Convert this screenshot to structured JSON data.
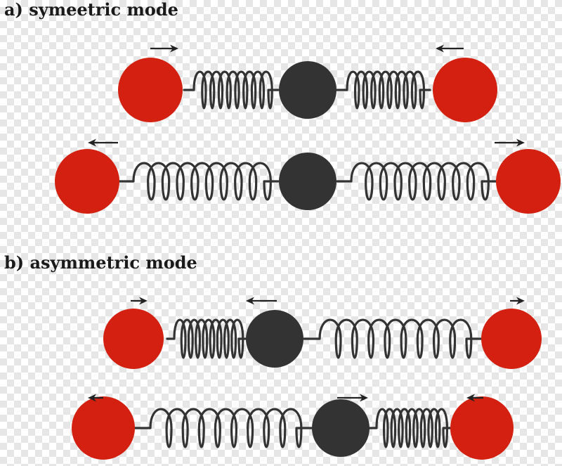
{
  "labels": {
    "a": "a) symeetric mode",
    "b": "b) asymmetric mode"
  },
  "colors": {
    "outer_mass": "#d42010",
    "center_mass": "#333333",
    "spring": "#333333",
    "arrow": "#222222"
  },
  "panels": [
    {
      "mode": "symmetric",
      "rows": [
        {
          "left_spring": "compressed",
          "right_spring": "compressed",
          "arrows": {
            "left_mass": "right",
            "center_mass": "none",
            "right_mass": "left"
          }
        },
        {
          "left_spring": "stretched",
          "right_spring": "stretched",
          "arrows": {
            "left_mass": "left",
            "center_mass": "none",
            "right_mass": "right"
          }
        }
      ]
    },
    {
      "mode": "asymmetric",
      "rows": [
        {
          "left_spring": "compressed",
          "right_spring": "stretched",
          "arrows": {
            "left_mass": "right",
            "center_mass": "left",
            "right_mass": "right"
          }
        },
        {
          "left_spring": "stretched",
          "right_spring": "compressed",
          "arrows": {
            "left_mass": "left",
            "center_mass": "right",
            "right_mass": "left"
          }
        }
      ]
    }
  ]
}
